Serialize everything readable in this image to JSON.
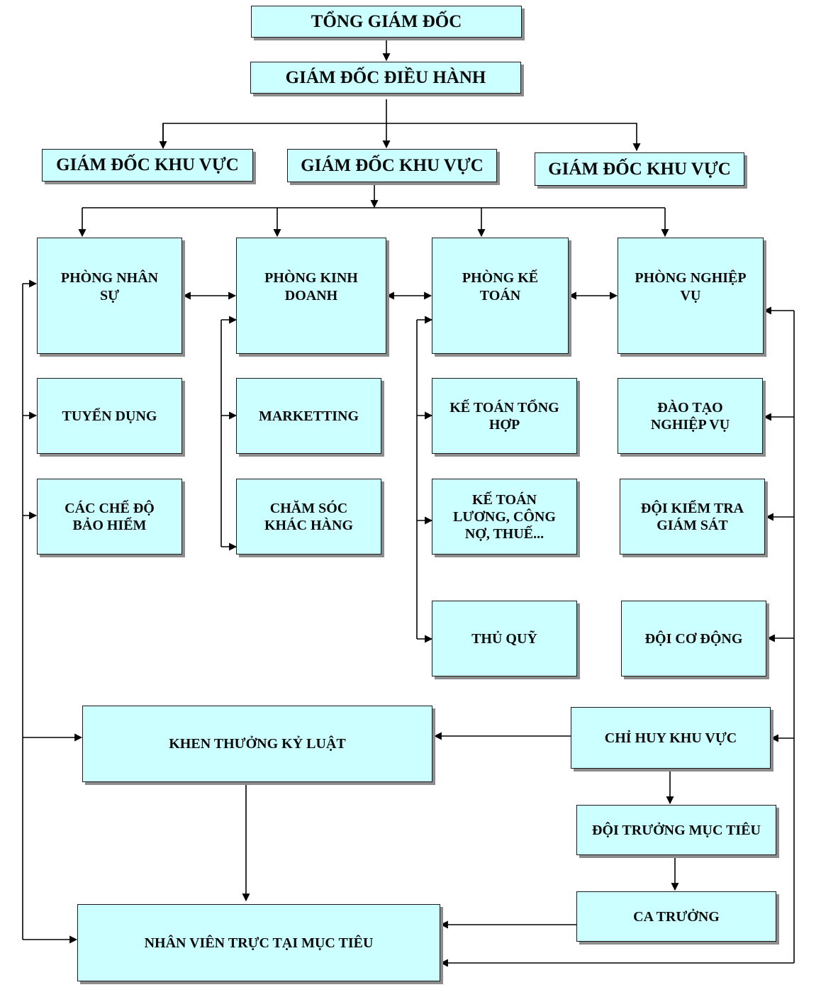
{
  "chart": {
    "ceo": "TỔNG GIÁM ĐỐC",
    "executive_director": "GIÁM ĐỐC ĐIỀU HÀNH",
    "regional_director_left": "GIÁM ĐỐC KHU VỰC",
    "regional_director_center": "GIÁM ĐỐC KHU VỰC",
    "regional_director_right": "GIÁM ĐỐC KHU VỰC",
    "hr_department": "PHÒNG NHÂN\nSỰ",
    "business_department": "PHÒNG KINH\nDOANH",
    "accounting_department": "PHÒNG KẾ\nTOÁN",
    "operations_department": "PHÒNG NGHIỆP\nVỤ",
    "recruitment": "TUYỂN DỤNG",
    "insurance": "CÁC CHẾ ĐỘ\nBẢO HIỂM",
    "marketing": "MARKETTING",
    "customer_care": "CHĂM SÓC\nKHÁC HÀNG",
    "general_accounting": "KẾ TOÁN TỔNG\nHỢP",
    "payroll_accounting": "KẾ TOÁN\nLƯƠNG, CÔNG\nNỢ, THUẾ...",
    "treasurer": "THỦ QUỸ",
    "training": "ĐÀO TẠO\nNGHIỆP VỤ",
    "inspection_team": "ĐỘI KIỂM TRA\nGIÁM SÁT",
    "mobile_team": "ĐỘI CƠ ĐỘNG",
    "rewards_discipline": "KHEN THƯỞNG KỶ LUẬT",
    "regional_commander": "CHỈ HUY KHU VỰC",
    "target_team_leader": "ĐỘI TRƯỞNG MỤC TIÊU",
    "shift_leader": "CA TRƯỞNG",
    "onsite_staff": "NHÂN VIÊN TRỰC TẠI MỤC TIÊU"
  },
  "colors": {
    "box_fill": "#ccffff",
    "border": "#1a1a1a",
    "shadow": "#8c8c8c",
    "line": "#000000"
  }
}
